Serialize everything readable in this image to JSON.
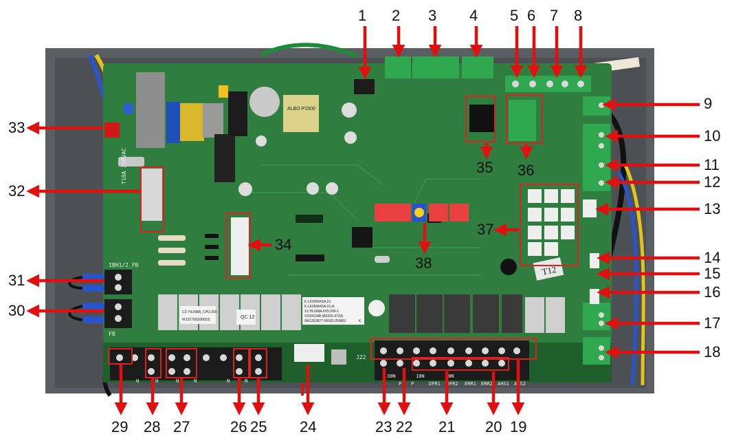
{
  "callouts": {
    "top": [
      "1",
      "2",
      "3",
      "4",
      "5",
      "6",
      "7",
      "8"
    ],
    "right": [
      "9",
      "10",
      "11",
      "12",
      "13",
      "14",
      "15",
      "16",
      "17",
      "18"
    ],
    "bottom": [
      "19",
      "20",
      "21",
      "22",
      "23",
      "24",
      "25",
      "26",
      "27",
      "28",
      "29"
    ],
    "left": [
      "30",
      "31",
      "32",
      "33"
    ],
    "inner": [
      "34",
      "35",
      "36",
      "37",
      "38"
    ]
  },
  "board_text": {
    "fuse": "T10A 250VAC",
    "ibh": "IBH1/2_FB",
    "fb": "FB",
    "j22": "J22",
    "t12": "T12",
    "chip_left": "ALBO\nP1500",
    "label_small_1": "C3: HL098A_CPU-300",
    "label_small_2": "W1317932|00022|",
    "qc": "QC\n12",
    "label_big_1": "K.LK05684SA.01",
    "label_big_2": "K.LK05684SA.01-A",
    "label_big_3": "X1:HL098A.K05.506-1",
    "label_big_4": "V100C04B (B0200-3733)",
    "label_big_5": "0W1353877-00002-250801",
    "label_big_6": "K",
    "terminals_bottom": [
      "30N",
      "10N",
      "40N",
      "DFR1",
      "DFR2",
      "ERR1",
      "ERR2",
      "AHS1",
      "AHS2",
      "P",
      "P",
      "N",
      "N",
      "N",
      "N",
      "N",
      "N"
    ]
  },
  "colors": {
    "pcb": "#2f7d3f",
    "pcb_dark": "#1f5f2c",
    "case": "#5a5e62",
    "terminal_green": "#2fa84f",
    "terminal_black": "#1b1b1b",
    "relay": "#3a3a3a",
    "relay_grey": "#cfcfcf",
    "highlight": "#e02020",
    "arrow": "#e01010"
  }
}
